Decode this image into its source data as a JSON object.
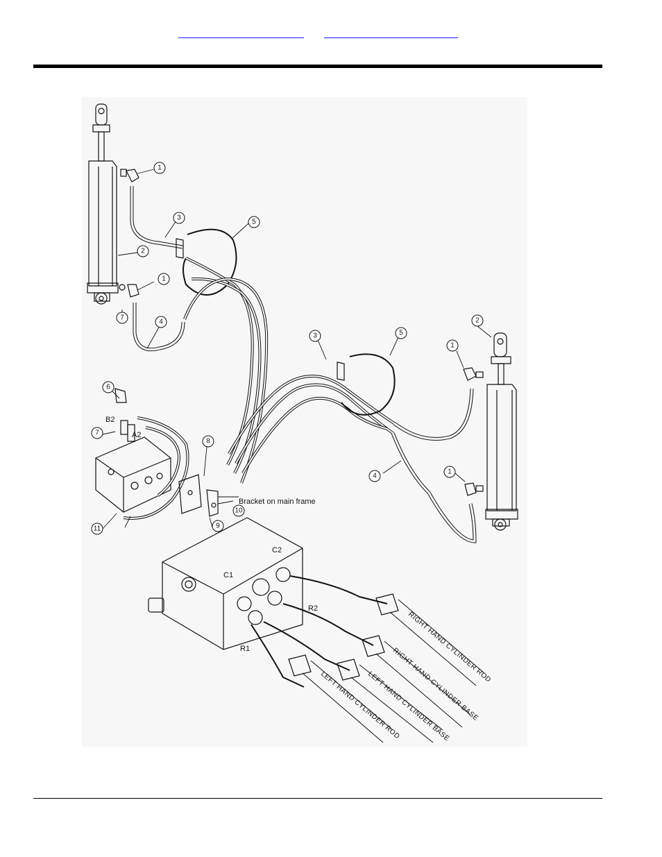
{
  "header": {
    "links": [
      "",
      ""
    ]
  },
  "callouts": {
    "c1": "1",
    "c2": "2",
    "c3": "3",
    "c4": "4",
    "c5": "5",
    "c6": "6",
    "c7": "7",
    "c8": "8",
    "c9": "9",
    "c10": "10",
    "c11": "11"
  },
  "labels": {
    "bracket": "Bracket on main frame",
    "b2": "B2",
    "a2": "A2",
    "c1port": "C1",
    "c2port": "C2",
    "r1port": "R1",
    "r2port": "R2"
  },
  "hoses": {
    "rh_rod": "RIGHT HAND CYLINDER ROD",
    "rh_base": "RIGHT HAND CYLINDER BASE",
    "lh_base": "LEFT HAND CYLINDER BASE",
    "lh_rod": "LEFT HAND CYLINDER ROD"
  },
  "colors": {
    "line": "#111111",
    "link": "#1a1aff",
    "figure_bg": "#f7f7f7"
  }
}
